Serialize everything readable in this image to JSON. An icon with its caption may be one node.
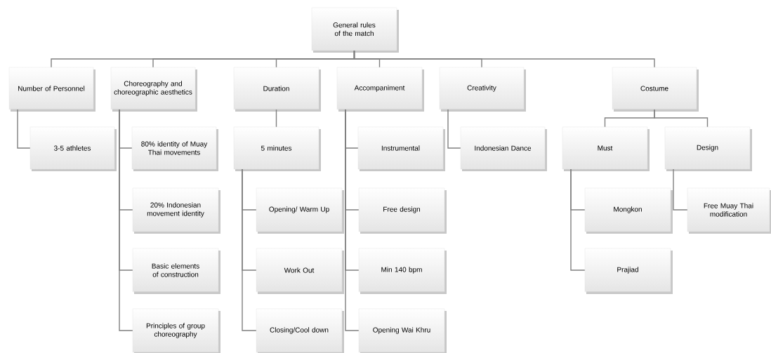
{
  "diagram": {
    "nodes": [
      {
        "text": [
          "General rules of the match"
        ]
      },
      {
        "text": [
          "Number of Personnel"
        ]
      },
      {
        "text": [
          "Choreography and choreographic aesthetics"
        ]
      },
      {
        "text": [
          "Duration"
        ]
      },
      {
        "text": [
          "Accompaniment"
        ]
      },
      {
        "text": [
          "Creativity"
        ]
      },
      {
        "text": [
          "Costume"
        ]
      },
      {
        "text": [
          "3-5 athletes"
        ]
      },
      {
        "text": [
          "80% identity of Muay Thai movements"
        ]
      },
      {
        "text": [
          "20% Indonesian movement identity"
        ]
      },
      {
        "text": [
          "Basic elements of construction"
        ]
      },
      {
        "text": [
          "Principles of group choreography"
        ]
      },
      {
        "text": [
          "5 minutes"
        ]
      },
      {
        "text": [
          "Opening/ Warm Up"
        ]
      },
      {
        "text": [
          "Work Out"
        ]
      },
      {
        "text": [
          "Closing/Cool down"
        ]
      },
      {
        "text": [
          "Instrumental"
        ]
      },
      {
        "text": [
          "Free design"
        ]
      },
      {
        "text": [
          "Min 140 bpm"
        ]
      },
      {
        "text": [
          "Opening Wai Khru"
        ]
      },
      {
        "text": [
          "Indonesian Dance"
        ]
      },
      {
        "text": [
          "Must"
        ]
      },
      {
        "text": [
          "Design"
        ]
      },
      {
        "text": [
          "Mongkon"
        ]
      },
      {
        "text": [
          "Prajiad"
        ]
      },
      {
        "text": [
          "Free Muay Thai modification"
        ]
      }
    ],
    "edges": [
      {
        "from": 0,
        "to": 1,
        "arrow": "none"
      },
      {
        "from": 0,
        "to": 2,
        "arrow": "none"
      },
      {
        "from": 0,
        "to": 3,
        "arrow": "none"
      },
      {
        "from": 0,
        "to": 4,
        "arrow": "none"
      },
      {
        "from": 0,
        "to": 5,
        "arrow": "none"
      },
      {
        "from": 0,
        "to": 6,
        "arrow": "none"
      },
      {
        "from": 1,
        "to": 7,
        "arrow": "none"
      },
      {
        "from": 2,
        "to": 8,
        "arrow": "none"
      },
      {
        "from": 2,
        "to": 9,
        "arrow": "none"
      },
      {
        "from": 2,
        "to": 10,
        "arrow": "none"
      },
      {
        "from": 2,
        "to": 11,
        "arrow": "none"
      },
      {
        "from": 3,
        "to": 12,
        "arrow": "none"
      },
      {
        "from": 12,
        "to": 13,
        "arrow": "none"
      },
      {
        "from": 12,
        "to": 14,
        "arrow": "none"
      },
      {
        "from": 12,
        "to": 15,
        "arrow": "none"
      },
      {
        "from": 4,
        "to": 16,
        "arrow": "none"
      },
      {
        "from": 4,
        "to": 17,
        "arrow": "none"
      },
      {
        "from": 4,
        "to": 18,
        "arrow": "none"
      },
      {
        "from": 4,
        "to": 19,
        "arrow": "none"
      },
      {
        "from": 5,
        "to": 20,
        "arrow": "none"
      },
      {
        "from": 6,
        "to": 21,
        "arrow": "none"
      },
      {
        "from": 6,
        "to": 22,
        "arrow": "none"
      },
      {
        "from": 21,
        "to": 23,
        "arrow": "none"
      },
      {
        "from": 21,
        "to": 24,
        "arrow": "none"
      },
      {
        "from": 22,
        "to": 25,
        "arrow": "none"
      }
    ]
  }
}
